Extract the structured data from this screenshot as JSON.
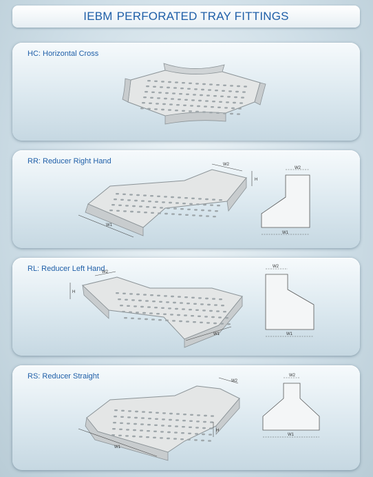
{
  "header": {
    "brand": "IEBM",
    "title": "PERFORATED TRAY FITTINGS"
  },
  "fittings": [
    {
      "title": "HC:  Horizontal Cross"
    },
    {
      "title": "RR: Reducer Right Hand",
      "labels": {
        "w1": "W1",
        "w2": "W2",
        "h": "H"
      }
    },
    {
      "title": "RL: Reducer Left Hand",
      "labels": {
        "w1": "W1",
        "w2": "W2",
        "h": "H"
      }
    },
    {
      "title": "RS: Reducer Straight",
      "labels": {
        "w1": "W1",
        "w2": "W2",
        "h": "H"
      }
    }
  ]
}
